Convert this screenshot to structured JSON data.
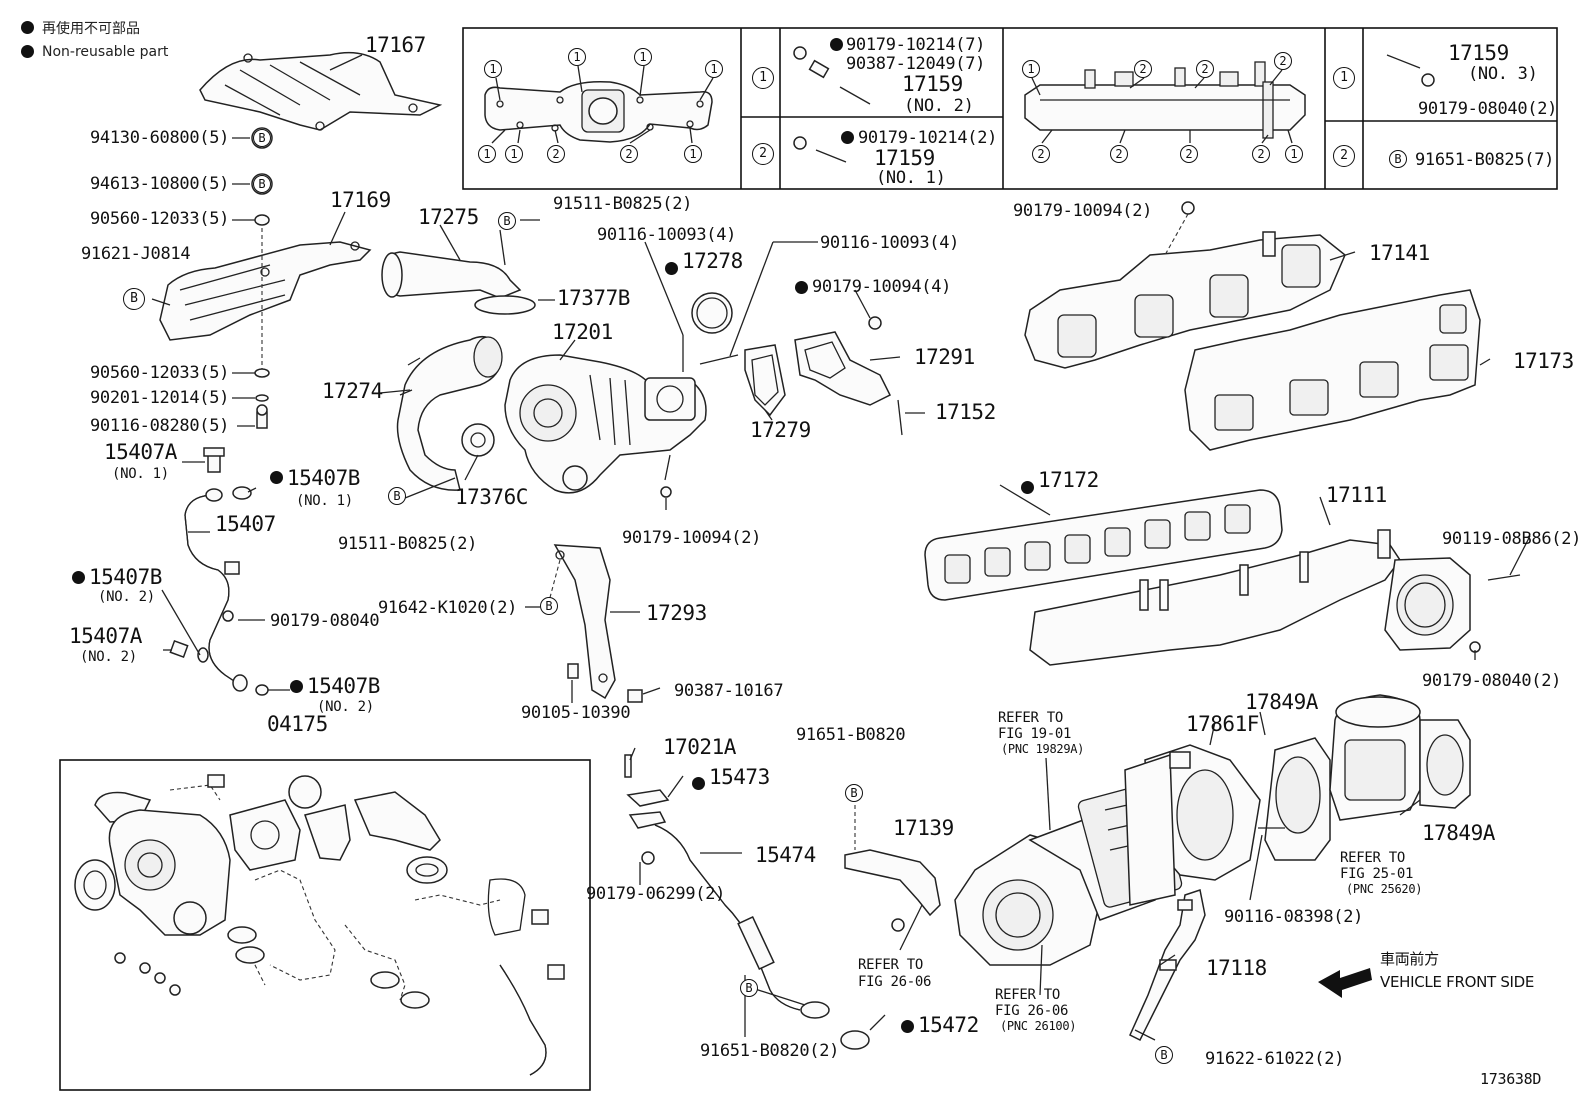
{
  "legend": {
    "jp": "再使用不可部品",
    "en": "Non-reusable part"
  },
  "diagram_id": "173638D",
  "direction": {
    "jp": "車両前方",
    "en": "VEHICLE FRONT SIDE"
  },
  "table": {
    "row_marks": [
      "1",
      "2"
    ],
    "left_parts": {
      "r1": [
        "90179-10214(7)",
        "90387-12049(7)",
        "17159",
        "(NO. 2)"
      ],
      "r2": [
        "90179-10214(2)",
        "17159",
        "(NO. 1)"
      ]
    },
    "right_parts": {
      "r1": [
        "17159",
        "(NO. 3)",
        "90179-08040(2)"
      ],
      "r2": [
        "91651-B0825(7)"
      ]
    }
  },
  "labels": {
    "p17167": "17167",
    "p94130": "94130-60800(5)",
    "p94613": "94613-10800(5)",
    "p90560a": "90560-12033(5)",
    "p17169": "17169",
    "p91621": "91621-J0814",
    "p90560b": "90560-12033(5)",
    "p90201": "90201-12014(5)",
    "p90116a": "90116-08280(5)",
    "p15407a1": "15407A",
    "p15407a1no": "(NO. 1)",
    "p15407b1": "15407B",
    "p15407b1no": "(NO. 1)",
    "p15407": "15407",
    "p15407b2": "15407B",
    "p15407b2no": "(NO. 2)",
    "p90179_08040a": "90179-08040",
    "p15407a2": "15407A",
    "p15407a2no": "(NO. 2)",
    "p15407b3": "15407B",
    "p15407b3no": "(NO. 2)",
    "p04175": "04175",
    "p17275": "17275",
    "p91511a": "91511-B0825(2)",
    "p90116_10093a": "90116-10093(4)",
    "p17278": "17278",
    "p90116_10093b": "90116-10093(4)",
    "p90179_10094a": "90179-10094(4)",
    "p17377b": "17377B",
    "p17201": "17201",
    "p17274": "17274",
    "p17291": "17291",
    "p17279": "17279",
    "p17152": "17152",
    "p17376c": "17376C",
    "p91511b": "91511-B0825(2)",
    "p90179_10094b": "90179-10094(2)",
    "p91642": "91642-K1020(2)",
    "p17293": "17293",
    "p90387": "90387-10167",
    "p90105": "90105-10390",
    "p17021a": "17021A",
    "p15473": "15473",
    "p15474": "15474",
    "p90179_06299": "90179-06299(2)",
    "p91651_b0820a": "91651-B0820",
    "p91651_b0820b": "91651-B0820(2)",
    "p15472": "15472",
    "p17139": "17139",
    "refer2606a": [
      "REFER TO",
      "FIG 26-06"
    ],
    "refer1901": [
      "REFER TO",
      "FIG 19-01",
      "(PNC 19829A)"
    ],
    "refer2606b": [
      "REFER TO",
      "FIG 26-06",
      "(PNC 26100)"
    ],
    "refer2501": [
      "REFER TO",
      "FIG 25-01",
      "(PNC 25620)"
    ],
    "p17861f": "17861F",
    "p17849a1": "17849A",
    "p17849a2": "17849A",
    "p90116_08398": "90116-08398(2)",
    "p17118": "17118",
    "p91622": "91622-61022(2)",
    "p90179_10094c": "90179-10094(2)",
    "p17141": "17141",
    "p17173": "17173",
    "p17172": "17172",
    "p17111": "17111",
    "p90119": "90119-08B86(2)",
    "p90179_08040b": "90179-08040(2)"
  }
}
